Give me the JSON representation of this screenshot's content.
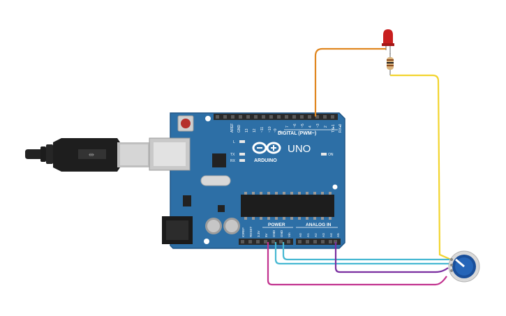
{
  "board": {
    "brand": "ARDUINO",
    "model": "UNO",
    "digital_label": "DIGITAL (PWM~)",
    "power_label": "POWER",
    "analog_label": "ANALOG IN",
    "on_label": "ON",
    "led_l_label": "L",
    "tx_label": "TX",
    "rx_label": "RX",
    "digital_pins": [
      "AREF",
      "GND",
      "13",
      "12",
      "~11",
      "~10",
      "~9",
      "8",
      "7",
      "~6",
      "~5",
      "4",
      "~3",
      "2",
      "TX▸1",
      "RX◂0"
    ],
    "power_pins": [
      "IOREF",
      "RESET",
      "3.3V",
      "5V",
      "GND",
      "GND",
      "Vin"
    ],
    "analog_pins": [
      "A0",
      "A1",
      "A2",
      "A3",
      "A4",
      "A5"
    ]
  },
  "colors": {
    "board": "#2d6fa6",
    "board_edge": "#1f5585",
    "header": "#2a2a2a",
    "wire_orange": "#e0861f",
    "wire_yellow": "#f2d42e",
    "wire_cyan": "#46b8d2",
    "wire_purple": "#7a2ea0",
    "wire_magenta": "#c2338f",
    "led": "#c81e1e",
    "pot": "#1a4f9a"
  },
  "icons": {
    "usb_cable": "usb-cable-icon",
    "led": "led-icon",
    "resistor": "resistor-icon",
    "potentiometer": "potentiometer-icon"
  }
}
